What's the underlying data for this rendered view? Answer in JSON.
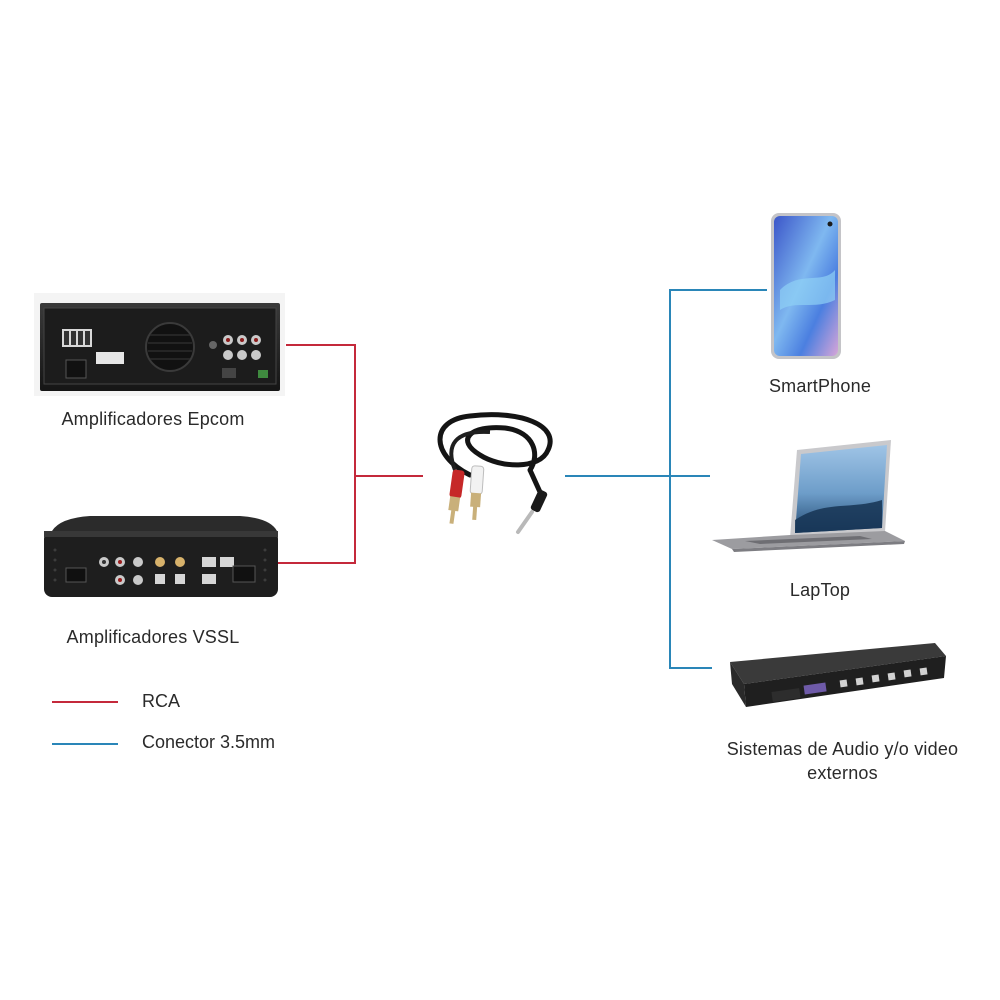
{
  "colors": {
    "rca": "#c4293b",
    "jack": "#2a86b8",
    "text": "#2a2a2a"
  },
  "devices": {
    "epcom": {
      "label": "Amplificadores Epcom",
      "icon": "amplifier-epcom-icon"
    },
    "vssl": {
      "label": "Amplificadores VSSL",
      "icon": "amplifier-vssl-icon"
    },
    "cable": {
      "icon": "rca-to-3.5mm-cable-icon"
    },
    "smartphone": {
      "label": "SmartPhone",
      "icon": "smartphone-icon"
    },
    "laptop": {
      "label": "LapTop",
      "icon": "laptop-icon"
    },
    "external": {
      "label_line1": "Sistemas de Audio y/o video",
      "label_line2": "externos",
      "icon": "rack-audio-system-icon"
    }
  },
  "legend": {
    "rca": {
      "label": "RCA"
    },
    "jack": {
      "label": "Conector 3.5mm"
    }
  }
}
